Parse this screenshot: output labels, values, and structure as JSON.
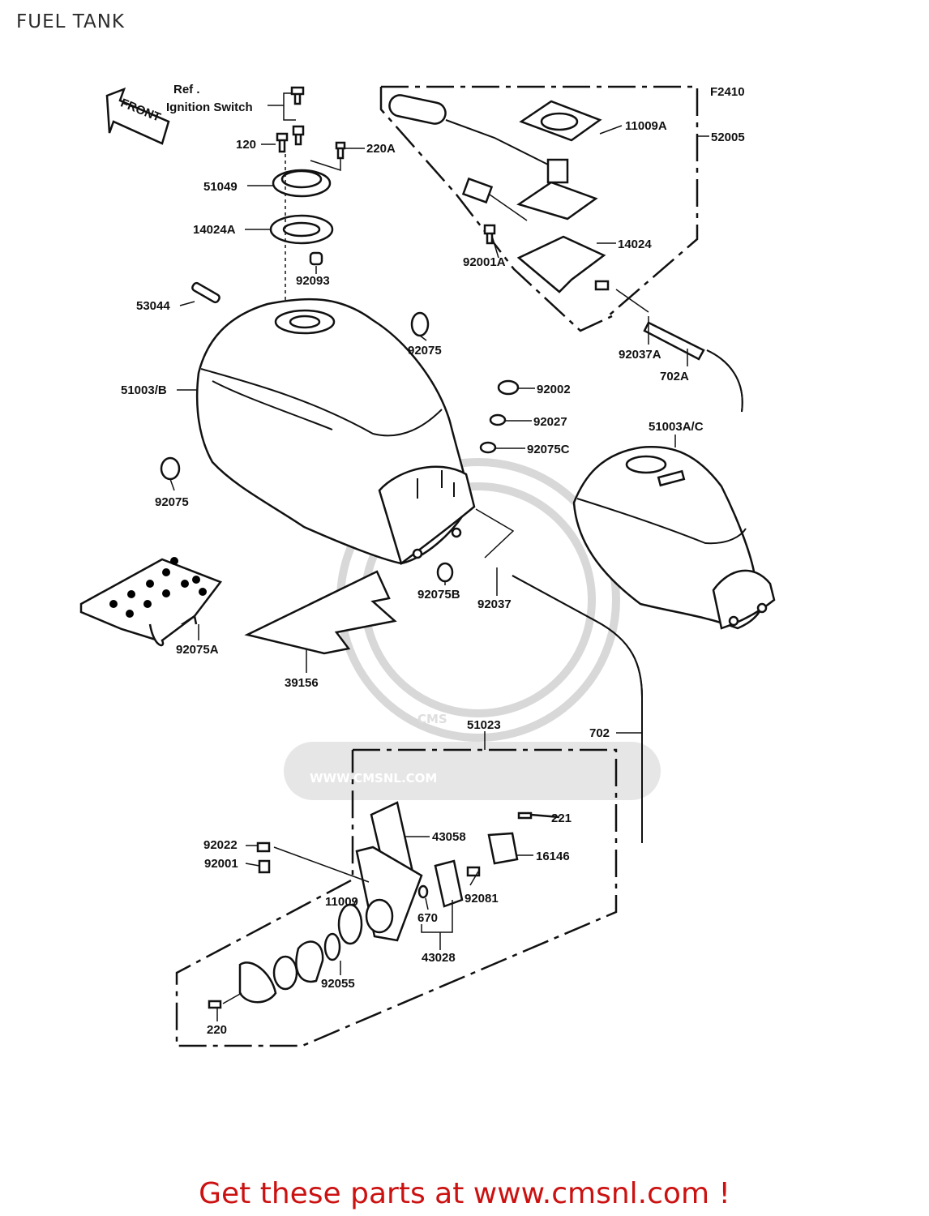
{
  "page": {
    "title": "FUEL TANK",
    "figure_code": "F2410",
    "footer": "Get these parts at www.cmsnl.com !"
  },
  "front_arrow": "FRONT",
  "reference": [
    "Ref .",
    "Ignition Switch"
  ],
  "watermark": {
    "logo": "CMS",
    "url": "WWW.CMSNL.COM",
    "color": "#dedede"
  },
  "parts": [
    {
      "id": "p-120",
      "label": "120"
    },
    {
      "id": "p-220a",
      "label": "220A"
    },
    {
      "id": "p-51049",
      "label": "51049"
    },
    {
      "id": "p-14024a",
      "label": "14024A"
    },
    {
      "id": "p-92093",
      "label": "92093"
    },
    {
      "id": "p-53044",
      "label": "53044"
    },
    {
      "id": "p-92075-top",
      "label": "92075"
    },
    {
      "id": "p-51003b",
      "label": "51003/B"
    },
    {
      "id": "p-92075-left",
      "label": "92075"
    },
    {
      "id": "p-92002",
      "label": "92002"
    },
    {
      "id": "p-92027",
      "label": "92027"
    },
    {
      "id": "p-92075c",
      "label": "92075C"
    },
    {
      "id": "p-92075b",
      "label": "92075B"
    },
    {
      "id": "p-92037",
      "label": "92037"
    },
    {
      "id": "p-92075a",
      "label": "92075A"
    },
    {
      "id": "p-39156",
      "label": "39156"
    },
    {
      "id": "p-11009a",
      "label": "11009A"
    },
    {
      "id": "p-52005",
      "label": "52005"
    },
    {
      "id": "p-14024",
      "label": "14024"
    },
    {
      "id": "p-92001a",
      "label": "92001A"
    },
    {
      "id": "p-92037a",
      "label": "92037A"
    },
    {
      "id": "p-702a",
      "label": "702A"
    },
    {
      "id": "p-51003ac",
      "label": "51003A/C"
    },
    {
      "id": "p-702",
      "label": "702"
    },
    {
      "id": "p-51023",
      "label": "51023"
    },
    {
      "id": "p-221",
      "label": "221"
    },
    {
      "id": "p-43058",
      "label": "43058"
    },
    {
      "id": "p-16146",
      "label": "16146"
    },
    {
      "id": "p-92022",
      "label": "92022"
    },
    {
      "id": "p-92001",
      "label": "92001"
    },
    {
      "id": "p-92081",
      "label": "92081"
    },
    {
      "id": "p-11009",
      "label": "11009"
    },
    {
      "id": "p-670",
      "label": "670"
    },
    {
      "id": "p-43028",
      "label": "43028"
    },
    {
      "id": "p-92055",
      "label": "92055"
    },
    {
      "id": "p-220",
      "label": "220"
    }
  ]
}
